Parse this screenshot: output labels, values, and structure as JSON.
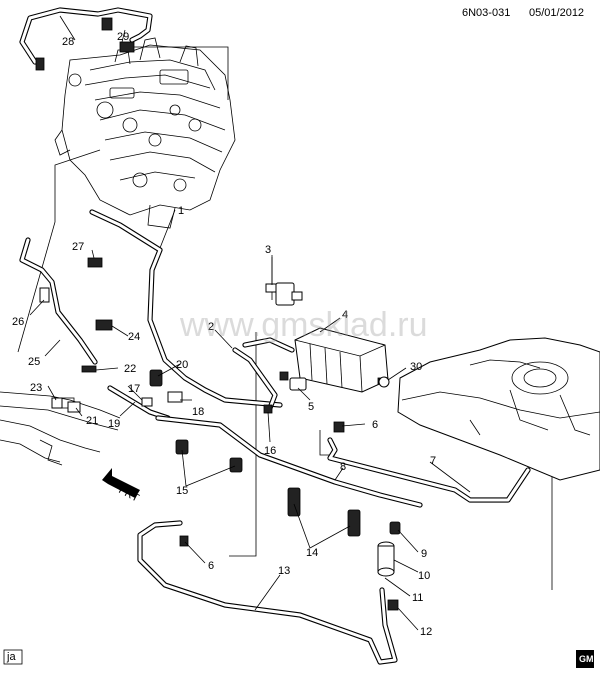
{
  "header": {
    "diagram_code": "6N03-031",
    "date": "05/01/2012"
  },
  "watermark": "www.gmsklad.ru",
  "direction_arrow": "FRT",
  "footer": {
    "initials": "ja",
    "brand": "GM"
  },
  "callouts": [
    "1",
    "2",
    "3",
    "4",
    "5",
    "6",
    "6",
    "7",
    "8",
    "9",
    "10",
    "11",
    "12",
    "13",
    "14",
    "15",
    "16",
    "17",
    "18",
    "19",
    "20",
    "21",
    "22",
    "23",
    "24",
    "25",
    "26",
    "27",
    "28",
    "29",
    "30"
  ]
}
